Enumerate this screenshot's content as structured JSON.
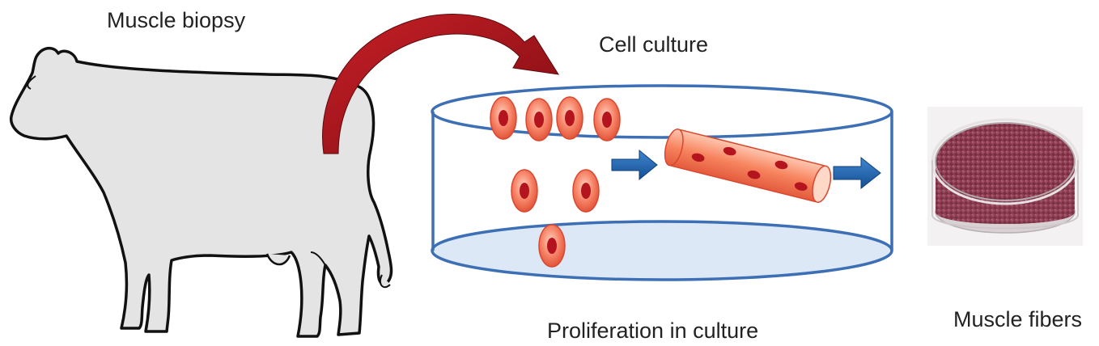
{
  "labels": {
    "muscle_biopsy": "Muscle biopsy",
    "cell_culture": "Cell culture",
    "proliferation": "Proliferation in culture",
    "muscle_fibers": "Muscle fibers"
  },
  "colors": {
    "cow_fill": "#e4e4e4",
    "cow_outline": "#111111",
    "biopsy_arrow": "#a0141c",
    "dish_outline": "#3d6fb5",
    "dish_fill": "#dde8f6",
    "cell_outer": "#f26a4f",
    "cell_nucleus": "#b3141e",
    "process_arrow": "#1f5ea8",
    "fiber_dish": "#8e3a4f"
  },
  "icons": {
    "source_animal": "cow-icon",
    "transfer": "curved-arrow-icon",
    "step": "right-arrow-icon"
  }
}
